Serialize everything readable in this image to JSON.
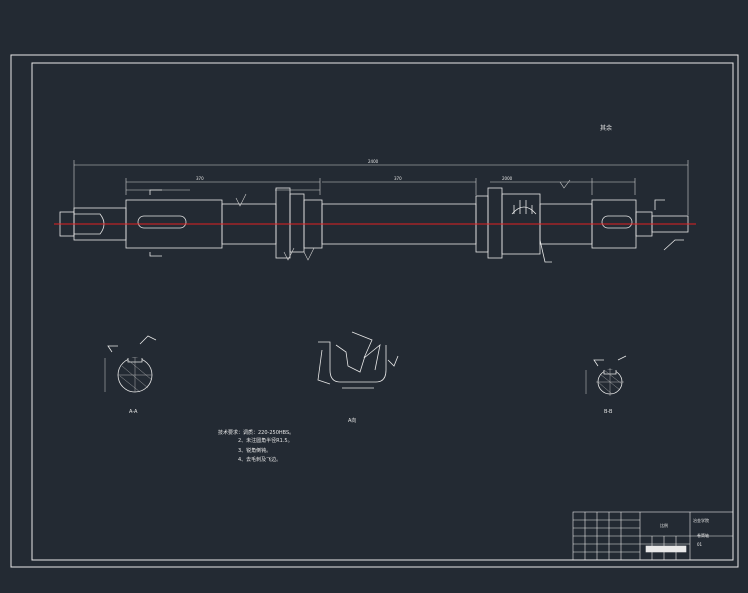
{
  "colors": {
    "background": "#232a33",
    "line": "#e8e8e8",
    "centerline": "#e02020",
    "dimension": "#cfcfcf"
  },
  "drawing": {
    "roughness_note": "其余",
    "dimensions": {
      "overall_length": "2400",
      "left_step": "370",
      "mid_step": "370",
      "right_step": "2000"
    },
    "section_labels": {
      "a": "A-A",
      "detail": "A向",
      "b": "B-B"
    },
    "tech_notes": [
      "技术要求：调质：220-250HBS。",
      "2、未注圆角半径R1.5。",
      "3、锐角倒钝。",
      "4、去毛刺及飞边。"
    ]
  },
  "title_block": {
    "scale": "比例",
    "school": "冶金学院",
    "part_name": "卷筒轴",
    "drawing_no": "01"
  }
}
